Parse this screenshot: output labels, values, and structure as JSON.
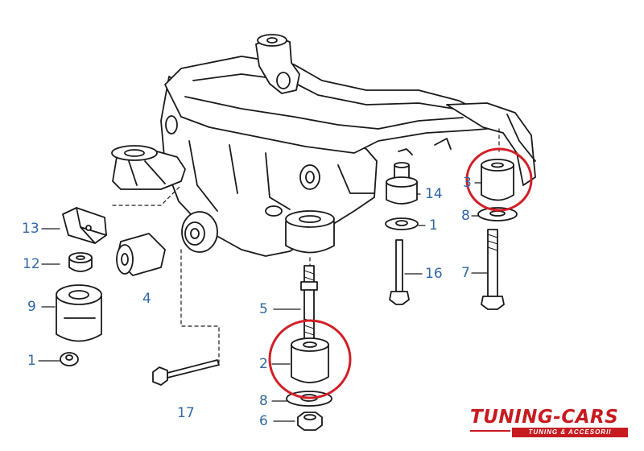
{
  "callouts": [
    "13",
    "12",
    "9",
    "1",
    "4",
    "17",
    "5",
    "2",
    "8",
    "6",
    "14",
    "1",
    "16",
    "3",
    "8",
    "7"
  ],
  "logo": {
    "name": "TUNING-CARS",
    "tagline": "TUNING & ACCESORII"
  },
  "colors": {
    "callout": "#2f68a6",
    "highlight": "#d11f26",
    "line": "#1a1a1a",
    "brand": "#c71b20"
  }
}
